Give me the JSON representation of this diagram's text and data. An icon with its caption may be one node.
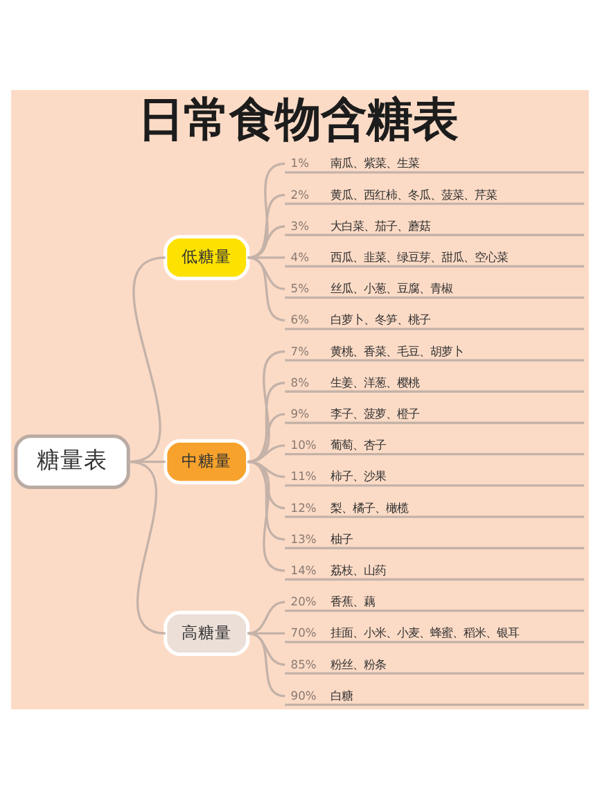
{
  "diagram": {
    "title": "日常食物含糖表",
    "nodes": [
      {
        "text": [
          "糖量表"
        ]
      },
      {
        "text": [
          "低糖量"
        ]
      },
      {
        "text": [
          "1%",
          "南瓜、紫菜、生菜"
        ]
      },
      {
        "text": [
          "2%",
          "黄瓜、西红柿、冬瓜、菠菜、芹菜"
        ]
      },
      {
        "text": [
          "3%",
          "大白菜、茄子、蘑菇"
        ]
      },
      {
        "text": [
          "4%",
          "西瓜、韭菜、绿豆芽、甜瓜、空心菜"
        ]
      },
      {
        "text": [
          "5%",
          "丝瓜、小葱、豆腐、青椒"
        ]
      },
      {
        "text": [
          "6%",
          "白萝卜、冬笋、桃子"
        ]
      },
      {
        "text": [
          "中糖量"
        ]
      },
      {
        "text": [
          "7%",
          "黄桃、香菜、毛豆、胡萝卜"
        ]
      },
      {
        "text": [
          "8%",
          "生姜、洋葱、樱桃"
        ]
      },
      {
        "text": [
          "9%",
          "李子、菠萝、橙子"
        ]
      },
      {
        "text": [
          "10%",
          "葡萄、杏子"
        ]
      },
      {
        "text": [
          "11%",
          "柿子、沙果"
        ]
      },
      {
        "text": [
          "12%",
          "梨、橘子、橄榄"
        ]
      },
      {
        "text": [
          "13%",
          "柚子"
        ]
      },
      {
        "text": [
          "14%",
          "荔枝、山药"
        ]
      },
      {
        "text": [
          "高糖量"
        ]
      },
      {
        "text": [
          "20%",
          "香蕉、藕"
        ]
      },
      {
        "text": [
          "70%",
          "挂面、小米、小麦、蜂蜜、稻米、银耳"
        ]
      },
      {
        "text": [
          "85%",
          "粉丝、粉条"
        ]
      },
      {
        "text": [
          "90%",
          "白糖"
        ]
      }
    ],
    "edges": [
      {
        "from": 0,
        "to": 1,
        "arrow": "none"
      },
      {
        "from": 0,
        "to": 8,
        "arrow": "none"
      },
      {
        "from": 0,
        "to": 17,
        "arrow": "none"
      },
      {
        "from": 1,
        "to": 2,
        "arrow": "none"
      },
      {
        "from": 1,
        "to": 3,
        "arrow": "none"
      },
      {
        "from": 1,
        "to": 4,
        "arrow": "none"
      },
      {
        "from": 1,
        "to": 5,
        "arrow": "none"
      },
      {
        "from": 1,
        "to": 6,
        "arrow": "none"
      },
      {
        "from": 1,
        "to": 7,
        "arrow": "none"
      },
      {
        "from": 8,
        "to": 9,
        "arrow": "none"
      },
      {
        "from": 8,
        "to": 10,
        "arrow": "none"
      },
      {
        "from": 8,
        "to": 11,
        "arrow": "none"
      },
      {
        "from": 8,
        "to": 12,
        "arrow": "none"
      },
      {
        "from": 8,
        "to": 13,
        "arrow": "none"
      },
      {
        "from": 8,
        "to": 14,
        "arrow": "none"
      },
      {
        "from": 8,
        "to": 15,
        "arrow": "none"
      },
      {
        "from": 8,
        "to": 16,
        "arrow": "none"
      },
      {
        "from": 17,
        "to": 18,
        "arrow": "none"
      },
      {
        "from": 17,
        "to": 19,
        "arrow": "none"
      },
      {
        "from": 17,
        "to": 20,
        "arrow": "none"
      },
      {
        "from": 17,
        "to": 21,
        "arrow": "none"
      }
    ]
  }
}
